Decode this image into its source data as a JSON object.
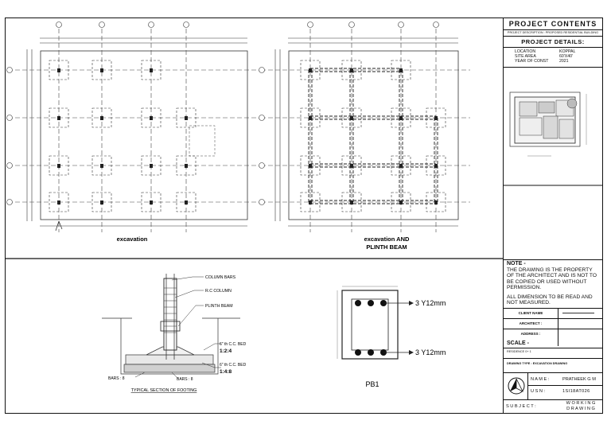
{
  "drawing": {
    "plan1_label": "excavation",
    "plan2_label_line1": "excavation AND",
    "plan2_label_line2": "PLINTH BEAM",
    "section_labels": {
      "column_bars": "COLUMN BARS",
      "rc_column": "R.C COLUMN",
      "plinth_beam": "PLINTH BEAM",
      "cc_bed_1": "6\" th C.C. BED",
      "cc_bed_1_mix": "1:2:4",
      "cc_bed_2": "6\" th C.C. BED",
      "cc_bed_2_mix": "1:4:8",
      "bars_a": "BARS : 8",
      "bars_b": "BARS : 8",
      "section_title": "TYPICAL SECTION OF  FOOTING"
    },
    "beam": {
      "top_label": "3 Y12mm",
      "bottom_label": "3 Y12mm",
      "name": "PB1"
    }
  },
  "title_block": {
    "project_contents": "PROJECT CONTENTS",
    "project_description": "PROJECT DESCRIPTION : PROPOSED RESIDENTIAL BUILDING",
    "project_details": "PROJECT DETAILS:",
    "details": [
      {
        "key": "LOCATION",
        "value": "KOPPAL"
      },
      {
        "key": "SITE AREA",
        "value": "60'X40'"
      },
      {
        "key": "YEAR OF CONST",
        "value": "2021"
      }
    ],
    "note_title": "NOTE -",
    "note_1": "THE DRAWING IS THE PROPERTY OF THE ARCHITECT AND IS NOT TO BE COPIED OR USED WITHOUT PERMISSION.",
    "note_2": "ALL DIMENSION TO BE READ AND NOT MEASURED.",
    "client_name": "CLIENT NAME",
    "architect": "ARCHITECT :",
    "address": "ADDRESS :",
    "scale": "SCALE -",
    "reference": "RESIDENCE 0+ 1",
    "drawing_type": "DRAWING TYPE : EXCAVATION DRAWING",
    "name_label": "N A M E  :",
    "name_value": "PRATHEEK G M",
    "usn_label": "U S N  :",
    "usn_value": "1SI18AT026",
    "subject_label": "S U B J E C T :",
    "subject_value_1": "W O R K I N G",
    "subject_value_2": "D R A W I N G"
  }
}
